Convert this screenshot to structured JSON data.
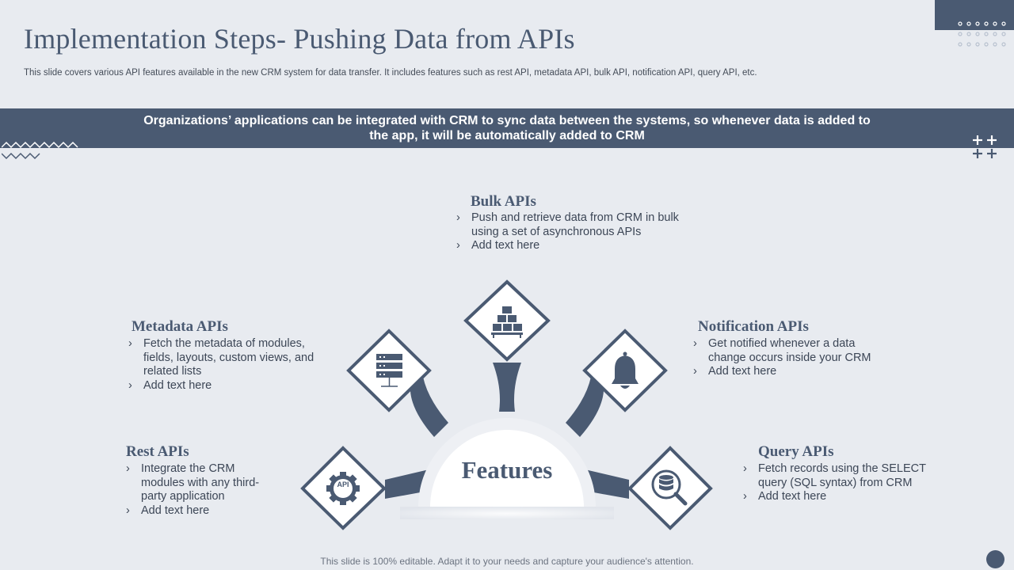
{
  "title": "Implementation Steps- Pushing Data from APIs",
  "subtitle": "This slide covers various API features available in the new CRM system for data transfer. It includes features such as rest API, metadata API, bulk API, notification API, query API,  etc.",
  "banner": "Organizations’ applications can be integrated with CRM to sync data between the systems, so whenever data is added to the app, it will be automatically  added to CRM",
  "center_label": "Features",
  "features": {
    "bulk": {
      "title": "Bulk APIs",
      "items": [
        "Push and retrieve data from CRM in bulk using a set of asynchronous APIs",
        "Add text here"
      ],
      "icon": "boxes-stack-icon"
    },
    "metadata": {
      "title": "Metadata APIs",
      "items": [
        "Fetch the metadata of modules, fields, layouts, custom views, and related lists",
        "Add text here"
      ],
      "icon": "server-icon"
    },
    "notification": {
      "title": "Notification APIs",
      "items": [
        "Get notified whenever a data change occurs inside your CRM",
        "Add text here"
      ],
      "icon": "bell-icon"
    },
    "rest": {
      "title": "Rest APIs",
      "items": [
        "Integrate the CRM modules with any third-party application",
        "Add text here"
      ],
      "icon": "api-gear-icon",
      "icon_text": "API"
    },
    "query": {
      "title": "Query APIs",
      "items": [
        "Fetch records using the SELECT query (SQL syntax) from CRM",
        "Add text here"
      ],
      "icon": "database-search-icon"
    }
  },
  "footer": "This slide is 100% editable. Adapt it to your needs and capture your audience's attention.",
  "colors": {
    "primary": "#4a5a72",
    "background": "#e8ebf0",
    "white": "#ffffff"
  }
}
